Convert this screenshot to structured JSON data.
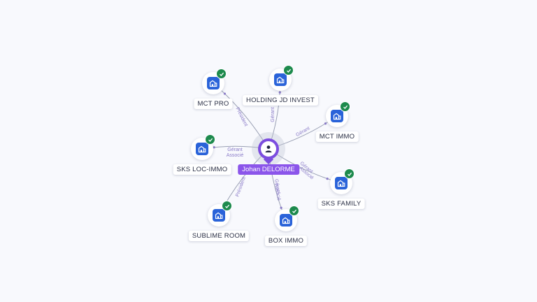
{
  "center": {
    "name": "Johan DELORME",
    "icon": "person-icon",
    "color": "#7c4ddf"
  },
  "companies": [
    {
      "name": "MCT PRO",
      "roles": [
        "Président"
      ],
      "verified": true,
      "icon": "building-icon"
    },
    {
      "name": "HOLDING JD INVEST",
      "roles": [
        "Gérant"
      ],
      "verified": true,
      "icon": "building-icon"
    },
    {
      "name": "MCT IMMO",
      "roles": [
        "Gérant"
      ],
      "verified": true,
      "icon": "building-icon"
    },
    {
      "name": "SKS LOC-IMMO",
      "roles": [
        "Gérant",
        "Associé"
      ],
      "verified": true,
      "icon": "building-icon"
    },
    {
      "name": "SKS FAMILY",
      "roles": [
        "Gérant",
        "Associé"
      ],
      "verified": true,
      "icon": "building-icon"
    },
    {
      "name": "SUBLIME ROOM",
      "roles": [
        "Président"
      ],
      "verified": true,
      "icon": "building-icon"
    },
    {
      "name": "BOX IMMO",
      "roles": [
        "Gérant",
        "Associé"
      ],
      "verified": true,
      "icon": "building-icon"
    }
  ],
  "colors": {
    "building": "#2a63d9",
    "check": "#1d8a4d",
    "edge": "#9aa0b4",
    "relation_text": "#8a7bc8"
  }
}
